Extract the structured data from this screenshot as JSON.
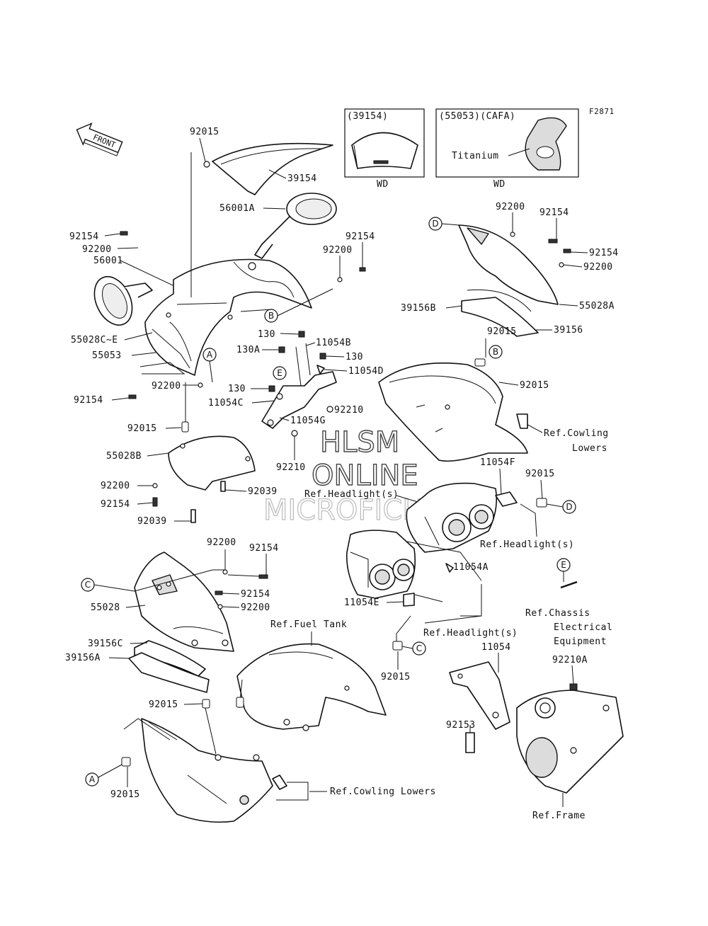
{
  "figure_code": "F2871",
  "front_label": "FRONT",
  "watermark": {
    "line1": "HLSM",
    "line2": "ONLINE",
    "line3": "MICROFICHE"
  },
  "inset_windshield": {
    "title": "(39154)",
    "note": "WD"
  },
  "inset_cowl": {
    "title": "(55053)(CAFA)",
    "label": "Titanium",
    "note": "WD"
  },
  "callout_letters": {
    "a": "A",
    "b": "B",
    "c": "C",
    "d": "D",
    "e": "E"
  },
  "labels": {
    "p92015_top": "92015",
    "p39154": "39154",
    "p56001A": "56001A",
    "p92154_l1": "92154",
    "p92200_l1": "92200",
    "p56001": "56001",
    "p92154_c1": "92154",
    "p92200_c1": "92200",
    "p55028CE": "55028C~E",
    "p55053": "55053",
    "p130_a": "130",
    "p130A": "130A",
    "p11054B": "11054B",
    "p130_b": "130",
    "p11054D": "11054D",
    "p92200_l2": "92200",
    "p92154_l2": "92154",
    "p130_c": "130",
    "p11054C": "11054C",
    "p92210_a": "92210",
    "p11054G": "11054G",
    "p92015_l": "92015",
    "p92210_b": "92210",
    "p55028B": "55028B",
    "p92200_l3": "92200",
    "p92039_a": "92039",
    "p92154_l3": "92154",
    "p92039_b": "92039",
    "p92200_r1": "92200",
    "p92154_r1": "92154",
    "p92154_r2": "92154",
    "p92200_r2": "92200",
    "p39156B": "39156B",
    "p55028A": "55028A",
    "p92015_r1": "92015",
    "p39156": "39156",
    "p92015_r2": "92015",
    "ref_cowling_lowers_1a": "Ref.Cowling",
    "ref_cowling_lowers_1b": "Lowers",
    "p11054F": "11054F",
    "p92015_r3": "92015",
    "ref_headlight_1": "Ref.Headlight(s)",
    "ref_headlight_2": "Ref.Headlight(s)",
    "p11054A": "11054A",
    "p11054E": "11054E",
    "ref_headlight_3": "Ref.Headlight(s)",
    "ref_chassis_1": "Ref.Chassis",
    "ref_chassis_2": "Electrical",
    "ref_chassis_3": "Equipment",
    "p92015_c": "92015",
    "p11054": "11054",
    "p92210A": "92210A",
    "p92153": "92153",
    "ref_frame": "Ref.Frame",
    "p92200_b1": "92200",
    "p92154_b1": "92154",
    "p55028": "55028",
    "p92154_b2": "92154",
    "p92200_b2": "92200",
    "ref_fuel_tank": "Ref.Fuel Tank",
    "p39156C": "39156C",
    "p39156A": "39156A",
    "p92015_b1": "92015",
    "p92015_b2": "92015",
    "ref_cowling_lowers_2": "Ref.Cowling Lowers"
  }
}
